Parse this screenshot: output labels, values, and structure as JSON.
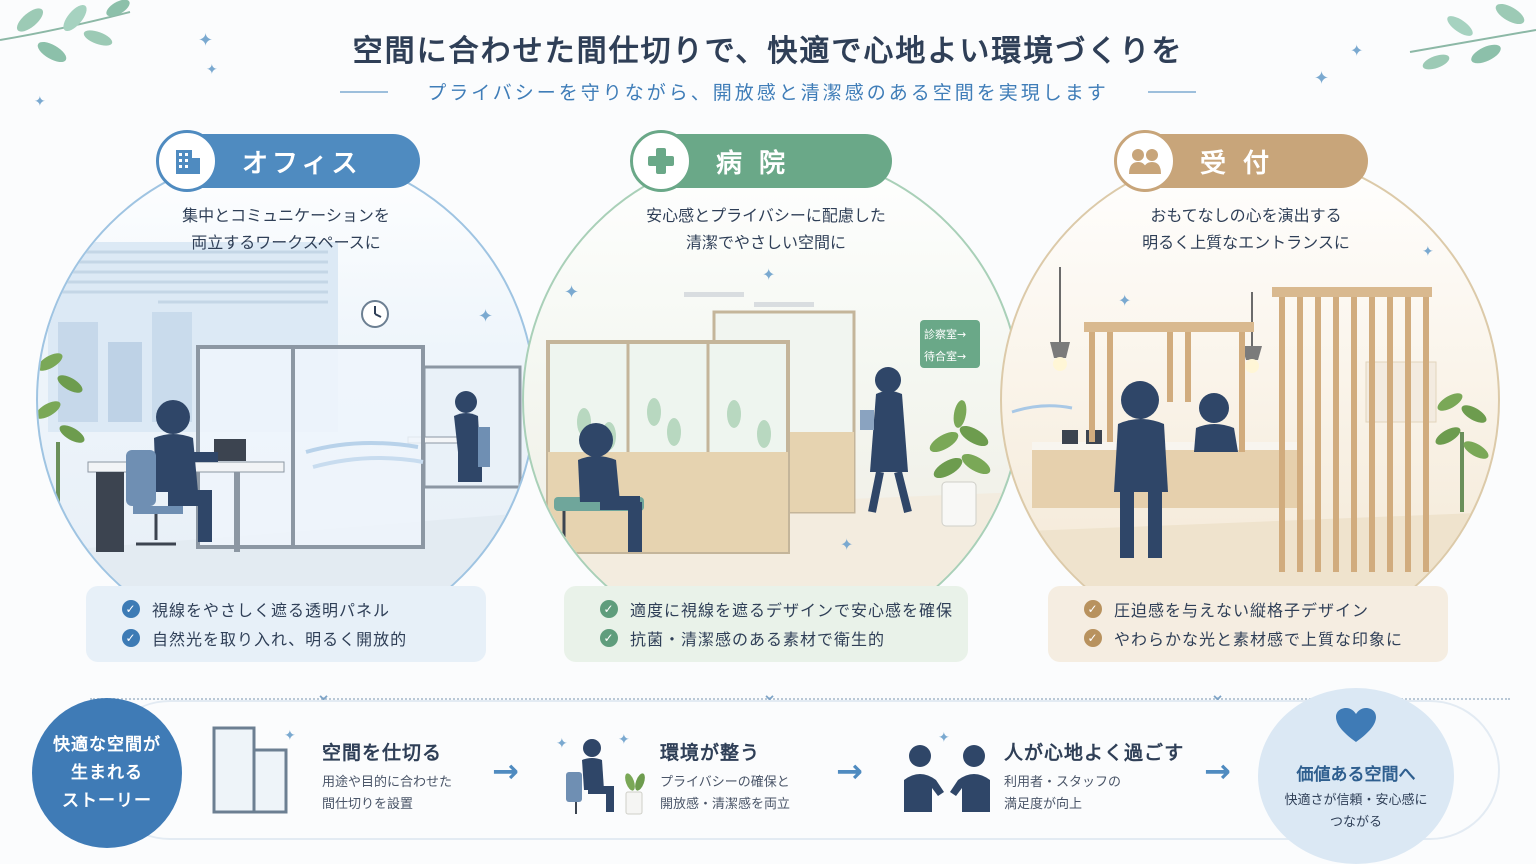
{
  "header": {
    "title": "空間に合わせた間仕切りで、快適で心地よい環境づくりを",
    "subtitle": "プライバシーを守りながら、開放感と清潔感のある空間を実現します"
  },
  "sections": [
    {
      "label": "オフィス",
      "caption_line1": "集中とコミュニケーションを",
      "caption_line2": "両立するワークスペースに",
      "benefits": [
        "視線をやさしく遮る透明パネル",
        "自然光を取り入れ、明るく開放的"
      ],
      "color": "#4f8bc0"
    },
    {
      "label": "病 院",
      "caption_line1": "安心感とプライバシーに配慮した",
      "caption_line2": "清潔でやさしい空間に",
      "benefits": [
        "適度に視線を遮るデザインで安心感を確保",
        "抗菌・清潔感のある素材で衛生的"
      ],
      "sign_line1": "診察室→",
      "sign_line2": "待合室→",
      "color": "#6aa888"
    },
    {
      "label": "受 付",
      "caption_line1": "おもてなしの心を演出する",
      "caption_line2": "明るく上質なエントランスに",
      "benefits": [
        "圧迫感を与えない縦格子デザイン",
        "やわらかな光と素材感で上質な印象に"
      ],
      "color": "#c8a57a"
    }
  ],
  "story": {
    "line1": "快適な空間が",
    "line2": "生まれる",
    "line3": "ストーリー"
  },
  "steps": [
    {
      "title": "空間を仕切る",
      "desc_line1": "用途や目的に合わせた",
      "desc_line2": "間仕切りを設置",
      "icon": "partition-icon"
    },
    {
      "title": "環境が整う",
      "desc_line1": "プライバシーの確保と",
      "desc_line2": "開放感・清潔感を両立",
      "icon": "seated-person-icon"
    },
    {
      "title": "人が心地よく過ごす",
      "desc_line1": "利用者・スタッフの",
      "desc_line2": "満足度が向上",
      "icon": "two-people-icon"
    }
  ],
  "value": {
    "title": "価値ある空間へ",
    "desc_line1": "快適さが信頼・安心感に",
    "desc_line2": "つながる",
    "icon": "heart-icon"
  },
  "colors": {
    "office": "#4f8bc0",
    "hospital": "#6aa888",
    "reception": "#c8a57a",
    "navy": "#2f3f57"
  }
}
